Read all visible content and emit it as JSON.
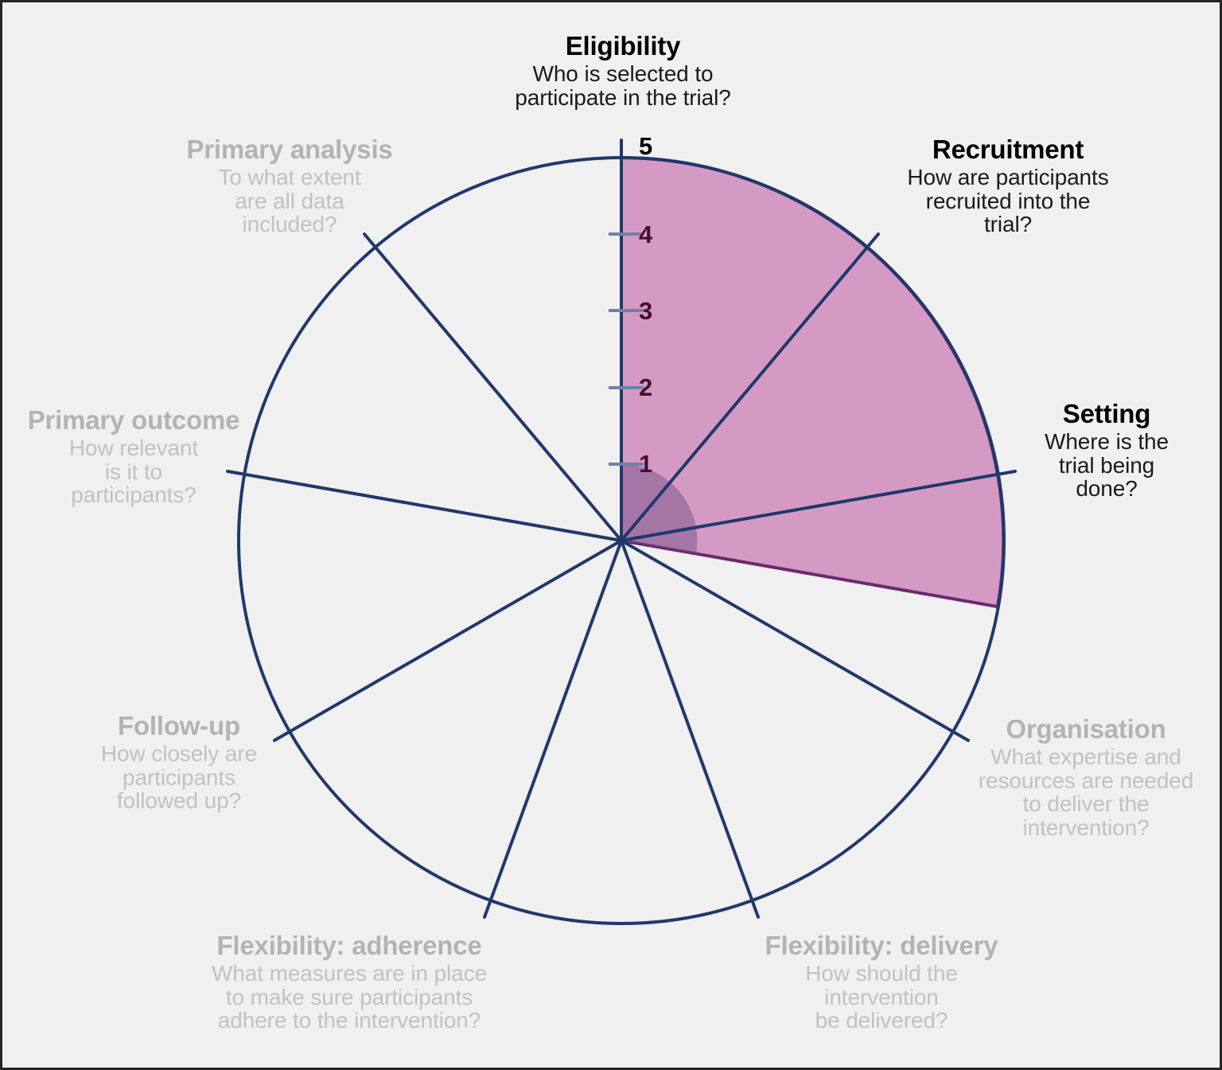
{
  "figure": {
    "name": "PRECIS-2 wheel",
    "background_color": "#f0f0f0",
    "border_color": "#262626",
    "wheel_outline_color": "#20386b",
    "spoke_color": "#20386b",
    "fill_color": "#d49ac4",
    "fill_outline_color": "#6b2a6e",
    "inner_overlay_color": "#8d749f",
    "tick_color": "#6c82a8",
    "tick_label_color": "#4a0b30",
    "active_label_color": "#000000",
    "dim_label_color": "#b8b8b8"
  },
  "axis": {
    "ticks": [
      "1",
      "2",
      "3",
      "4",
      "5"
    ],
    "min": 0,
    "max": 5
  },
  "chart_data": {
    "type": "pie",
    "title": "PRECIS-2 wheel",
    "xlabel": "",
    "ylabel": "",
    "ylim": [
      0,
      5
    ],
    "grid": false,
    "legend_position": "none",
    "tick_labels": [
      "1",
      "2",
      "3",
      "4",
      "5"
    ],
    "categories": [
      "Eligibility",
      "Recruitment",
      "Setting",
      "Organisation",
      "Flexibility: delivery",
      "Flexibility: adherence",
      "Follow-up",
      "Primary outcome",
      "Primary analysis"
    ],
    "values": [
      5,
      5,
      5,
      null,
      null,
      null,
      null,
      null,
      null
    ],
    "scored_categories": [
      "Eligibility",
      "Recruitment",
      "Setting"
    ],
    "annotations": [
      "Pink sector spans Eligibility through Recruitment to Setting at score 5",
      "Inner darker purple arc marks score 1 across the same three spokes"
    ]
  },
  "spokes": [
    {
      "key": "eligibility",
      "title": "Eligibility",
      "description": "Who is selected to\nparticipate in the trial?",
      "state": "active"
    },
    {
      "key": "recruitment",
      "title": "Recruitment",
      "description": "How are participants\nrecruited into the\ntrial?",
      "state": "active"
    },
    {
      "key": "setting",
      "title": "Setting",
      "description": "Where is the\ntrial being\ndone?",
      "state": "active"
    },
    {
      "key": "organisation",
      "title": "Organisation",
      "description": "What expertise and\nresources are needed\nto deliver the\nintervention?",
      "state": "dim"
    },
    {
      "key": "flexibility_delivery",
      "title": "Flexibility: delivery",
      "description": "How should the\nintervention\nbe delivered?",
      "state": "dim"
    },
    {
      "key": "flexibility_adherence",
      "title": "Flexibility: adherence",
      "description": "What measures are in place\nto make sure participants\nadhere to the intervention?",
      "state": "dim"
    },
    {
      "key": "followup",
      "title": "Follow-up",
      "description": "How closely are\nparticipants\nfollowed up?",
      "state": "dim"
    },
    {
      "key": "primary_outcome",
      "title": "Primary outcome",
      "description": "How relevant\nis it to\nparticipants?",
      "state": "dim"
    },
    {
      "key": "primary_analysis",
      "title": "Primary analysis",
      "description": "To what extent\nare all data\nincluded?",
      "state": "dim"
    }
  ]
}
